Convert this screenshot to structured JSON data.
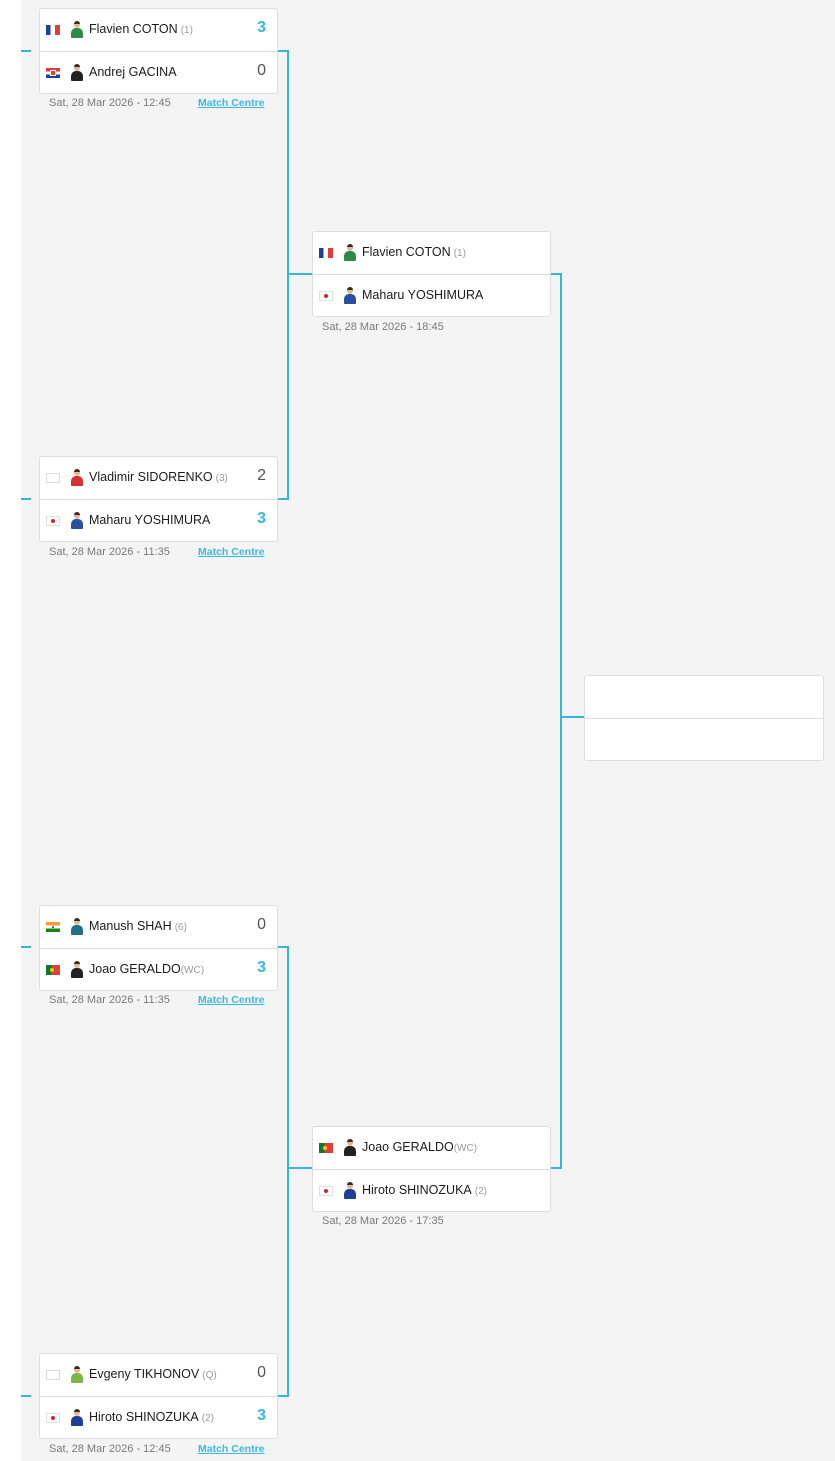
{
  "colors": {
    "accent": "#36b5e0",
    "winner_score": "#38b7dd",
    "background": "#f4f4f4"
  },
  "matches": [
    {
      "players": [
        {
          "flag": "france-flag",
          "name": "Flavien COTON",
          "seed": "(1)",
          "score": "3",
          "winner": true
        },
        {
          "flag": "croatia-flag",
          "name": "Andrej GACINA",
          "seed": "",
          "score": "0",
          "winner": false
        }
      ],
      "datetime": "Sat, 28 Mar 2026 - 12:45",
      "link": "Match Centre"
    },
    {
      "players": [
        {
          "flag": "blank-flag",
          "name": "Vladimir SIDORENKO",
          "seed": "(3)",
          "score": "2",
          "winner": false
        },
        {
          "flag": "japan-flag",
          "name": "Maharu YOSHIMURA",
          "seed": "",
          "score": "3",
          "winner": true
        }
      ],
      "datetime": "Sat, 28 Mar 2026 - 11:35",
      "link": "Match Centre"
    },
    {
      "players": [
        {
          "flag": "india-flag",
          "name": "Manush SHAH",
          "seed": "(6)",
          "score": "0",
          "winner": false
        },
        {
          "flag": "portugal-flag",
          "name": "Joao GERALDO",
          "seed": "(WC)",
          "score": "3",
          "winner": true
        }
      ],
      "datetime": "Sat, 28 Mar 2026 - 11:35",
      "link": "Match Centre"
    },
    {
      "players": [
        {
          "flag": "blank-flag",
          "name": "Evgeny TIKHONOV",
          "seed": "(Q)",
          "score": "0",
          "winner": false
        },
        {
          "flag": "japan-flag",
          "name": "Hiroto SHINOZUKA",
          "seed": "(2)",
          "score": "3",
          "winner": true
        }
      ],
      "datetime": "Sat, 28 Mar 2026 - 12:45",
      "link": "Match Centre"
    },
    {
      "players": [
        {
          "flag": "france-flag",
          "name": "Flavien COTON",
          "seed": "(1)",
          "score": ""
        },
        {
          "flag": "japan-flag",
          "name": "Maharu YOSHIMURA",
          "seed": "",
          "score": ""
        }
      ],
      "datetime": "Sat, 28 Mar 2026 - 18:45"
    },
    {
      "players": [
        {
          "flag": "portugal-flag",
          "name": "Joao GERALDO",
          "seed": "(WC)",
          "score": ""
        },
        {
          "flag": "japan-flag",
          "name": "Hiroto SHINOZUKA",
          "seed": "(2)",
          "score": ""
        }
      ],
      "datetime": "Sat, 28 Mar 2026 - 17:35"
    },
    {
      "players": [
        {
          "name": "",
          "seed": "",
          "score": ""
        },
        {
          "name": "",
          "seed": "",
          "score": ""
        }
      ]
    }
  ]
}
